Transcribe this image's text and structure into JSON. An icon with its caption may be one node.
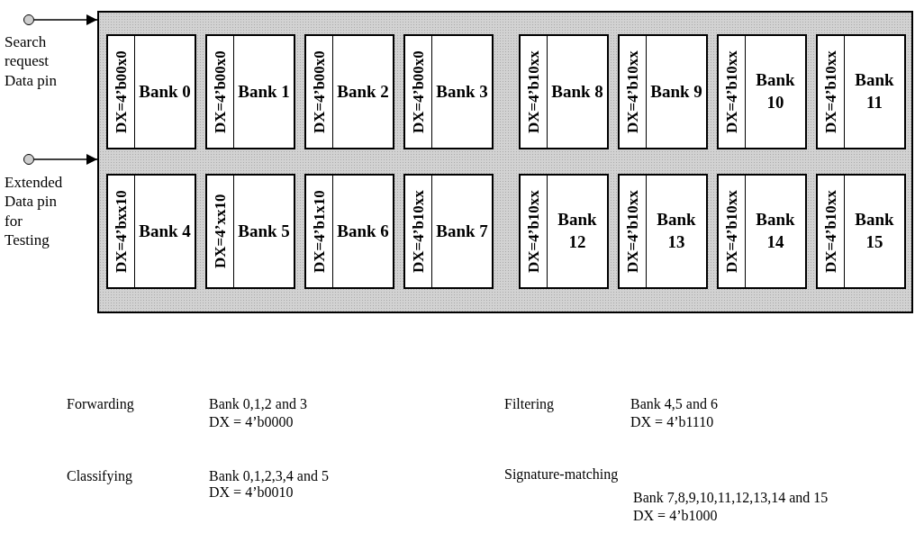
{
  "diagram": {
    "nodes": [
      {
        "text": [],
        "shape": "circle",
        "beside": [
          "Search request Data pin"
        ]
      },
      {
        "text": [],
        "shape": "circle",
        "beside": [
          "Extended Data pin for Testing"
        ]
      },
      {
        "text": [],
        "shape": "box"
      },
      {
        "text": [
          "DX=4’b00x0",
          "Bank 0"
        ],
        "in": 2
      },
      {
        "text": [
          "DX=4’b00x0",
          "Bank 1"
        ],
        "in": 2
      },
      {
        "text": [
          "DX=4’b00x0",
          "Bank 2"
        ],
        "in": 2
      },
      {
        "text": [
          "DX=4’b00x0",
          "Bank 3"
        ],
        "in": 2
      },
      {
        "text": [
          "DX=4’b10xx",
          "Bank 8"
        ],
        "in": 2
      },
      {
        "text": [
          "DX=4’b10xx",
          "Bank 9"
        ],
        "in": 2
      },
      {
        "text": [
          "DX=4’b10xx",
          "Bank 10"
        ],
        "in": 2
      },
      {
        "text": [
          "DX=4’b10xx",
          "Bank 11"
        ],
        "in": 2
      },
      {
        "text": [
          "DX=4’bxx10",
          "Bank 4"
        ],
        "in": 2
      },
      {
        "text": [
          "DX=4’xx10",
          "Bank 5"
        ],
        "in": 2
      },
      {
        "text": [
          "DX=4’b1x10",
          "Bank 6"
        ],
        "in": 2
      },
      {
        "text": [
          "DX=4’b10xx",
          "Bank 7"
        ],
        "in": 2
      },
      {
        "text": [
          "DX=4’b10xx",
          "Bank 12"
        ],
        "in": 2
      },
      {
        "text": [
          "DX=4’b10xx",
          "Bank 13"
        ],
        "in": 2
      },
      {
        "text": [
          "DX=4’b10xx",
          "Bank 14"
        ],
        "in": 2
      },
      {
        "text": [
          "DX=4’b10xx",
          "Bank 15"
        ],
        "in": 2
      }
    ],
    "edges": [
      {
        "from": 0,
        "to": 2,
        "arrow": "to"
      },
      {
        "from": 1,
        "to": 2,
        "arrow": "to"
      }
    ],
    "labels": [
      "Forwarding",
      "Bank 0,1,2 and 3",
      "DX = 4’b0000",
      "Filtering",
      "Bank 4,5 and 6",
      "DX = 4’b1110",
      "Classifying",
      "Bank 0,1,2,3,4 and 5",
      "DX = 4’b0010",
      "Signature-matching",
      "Bank 7,8,9,10,11,12,13,14 and 15",
      "DX = 4’b1000"
    ]
  }
}
